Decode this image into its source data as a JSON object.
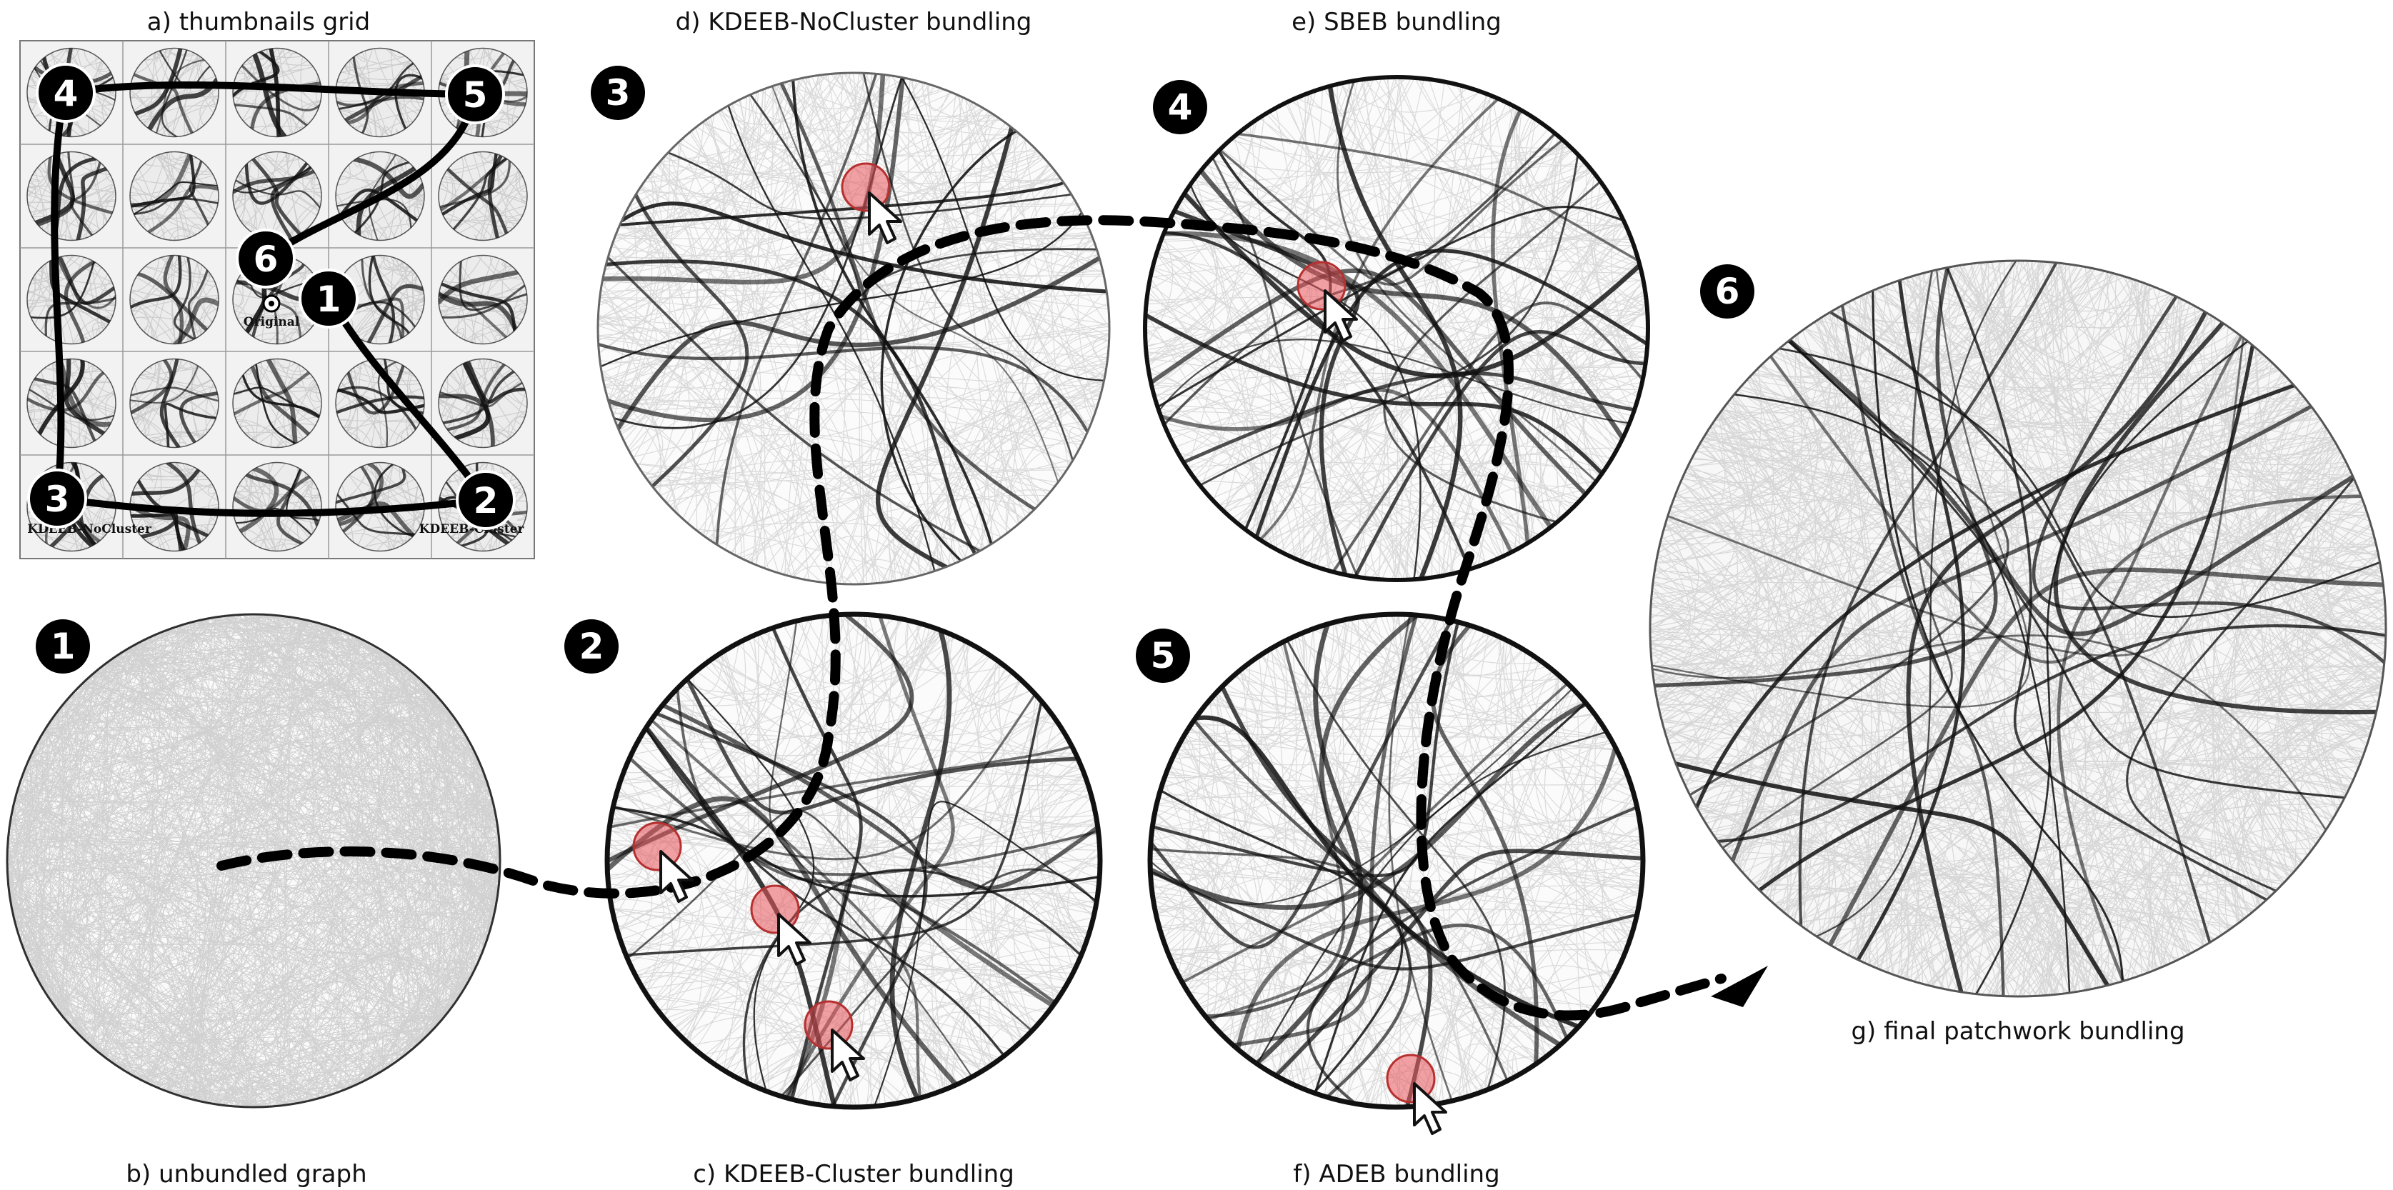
{
  "captions": {
    "a": "a) thumbnails grid",
    "b": "b) unbundled graph",
    "c": "c) KDEEB-Cluster bundling",
    "d": "d) KDEEB-NoCluster bundling",
    "e": "e) SBEB bundling",
    "f": "f) ADEB bundling",
    "g": "g) final patchwork bundling"
  },
  "thumbnail_labels": {
    "original": "Original",
    "kdeeb_nocluster": "KDEEB-NoCluster",
    "kdeeb_cluster": "KDEEB-Cluster"
  },
  "steps": [
    "1",
    "2",
    "3",
    "4",
    "5",
    "6"
  ],
  "colors": {
    "edge_ink": "#111111",
    "selection": "#e8545a",
    "grid_line": "#9a9a9a",
    "badge": "#0a0a0a"
  },
  "icons": [
    "mouse-pointer-icon",
    "target-icon"
  ]
}
